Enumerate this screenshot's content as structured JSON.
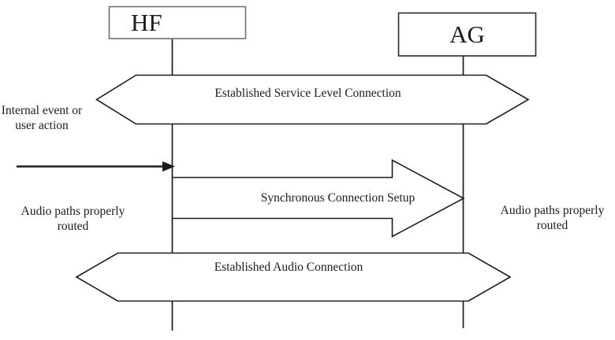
{
  "diagram": {
    "actors": {
      "hf": "HF",
      "ag": "AG"
    },
    "banners": {
      "service_level": "Established Service Level Connection",
      "audio": "Established Audio Connection"
    },
    "messages": {
      "sync_setup": "Synchronous Connection Setup"
    },
    "notes": {
      "internal_event": {
        "line1": "Internal event or",
        "line2": "user action"
      },
      "audio_left": {
        "line1": "Audio paths properly",
        "line2": "routed"
      },
      "audio_right": {
        "line1": "Audio paths properly",
        "line2": "routed"
      }
    }
  },
  "colors": {
    "ink": "#1c1c1c",
    "hf_box_border": "#6f6f6f",
    "ag_box_border": "#2b2b2b",
    "background": "#ffffff"
  }
}
